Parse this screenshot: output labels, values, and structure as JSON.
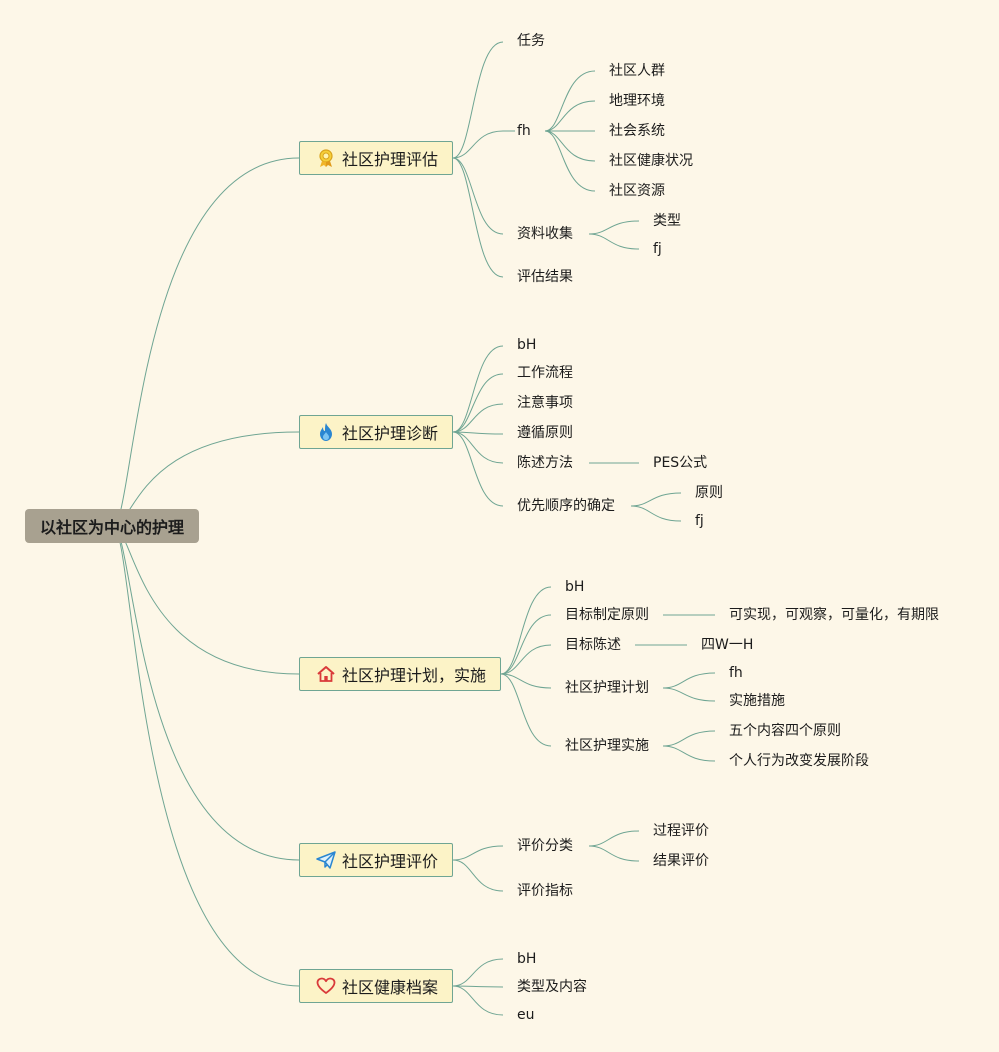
{
  "root": {
    "label": "以社区为中心的护理"
  },
  "branches": [
    {
      "label": "社区护理评估",
      "icon": "award-ribbon-icon",
      "children": [
        {
          "label": "任务"
        },
        {
          "label": "fh",
          "children": [
            {
              "label": "社区人群"
            },
            {
              "label": "地理环境"
            },
            {
              "label": "社会系统"
            },
            {
              "label": "社区健康状况"
            },
            {
              "label": "社区资源"
            }
          ]
        },
        {
          "label": "资料收集",
          "children": [
            {
              "label": "类型"
            },
            {
              "label": "fj"
            }
          ]
        },
        {
          "label": "评估结果"
        }
      ]
    },
    {
      "label": "社区护理诊断",
      "icon": "flame-icon",
      "children": [
        {
          "label": "bH"
        },
        {
          "label": "工作流程"
        },
        {
          "label": "注意事项"
        },
        {
          "label": "遵循原则"
        },
        {
          "label": "陈述方法",
          "children": [
            {
              "label": "PES公式"
            }
          ]
        },
        {
          "label": "优先顺序的确定",
          "children": [
            {
              "label": "原则"
            },
            {
              "label": "fj"
            }
          ]
        }
      ]
    },
    {
      "label": "社区护理计划，实施",
      "icon": "house-icon",
      "children": [
        {
          "label": "bH"
        },
        {
          "label": "目标制定原则",
          "children": [
            {
              "label": "可实现，可观察，可量化，有期限"
            }
          ]
        },
        {
          "label": "目标陈述",
          "children": [
            {
              "label": "四W一H"
            }
          ]
        },
        {
          "label": "社区护理计划",
          "children": [
            {
              "label": "fh"
            },
            {
              "label": "实施措施"
            }
          ]
        },
        {
          "label": "社区护理实施",
          "children": [
            {
              "label": "五个内容四个原则"
            },
            {
              "label": "个人行为改变发展阶段"
            }
          ]
        }
      ]
    },
    {
      "label": "社区护理评价",
      "icon": "paper-plane-icon",
      "children": [
        {
          "label": "评价分类",
          "children": [
            {
              "label": "过程评价"
            },
            {
              "label": "结果评价"
            }
          ]
        },
        {
          "label": "评价指标"
        }
      ]
    },
    {
      "label": "社区健康档案",
      "icon": "heart-icon",
      "children": [
        {
          "label": "bH"
        },
        {
          "label": "类型及内容"
        },
        {
          "label": "eu"
        }
      ]
    }
  ],
  "colors": {
    "background": "#fdf7e8",
    "root_fill": "#a8a190",
    "topic_fill": "#fcf3c7",
    "line": "#6fa593"
  }
}
